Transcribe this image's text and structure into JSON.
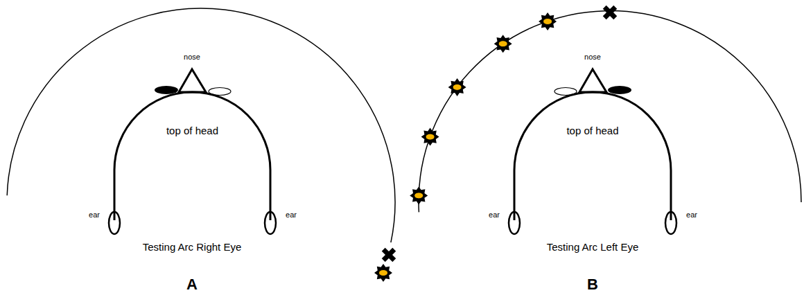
{
  "diagram": {
    "nodes": [
      {
        "text": [
          "top of head"
        ]
      },
      {
        "text": [
          "top of head"
        ]
      }
    ],
    "labels": [
      "nose",
      "ear",
      "ear",
      "Testing Arc Right Eye",
      "A",
      "nose",
      "ear",
      "ear",
      "Testing Arc Left Eye",
      "B"
    ]
  }
}
